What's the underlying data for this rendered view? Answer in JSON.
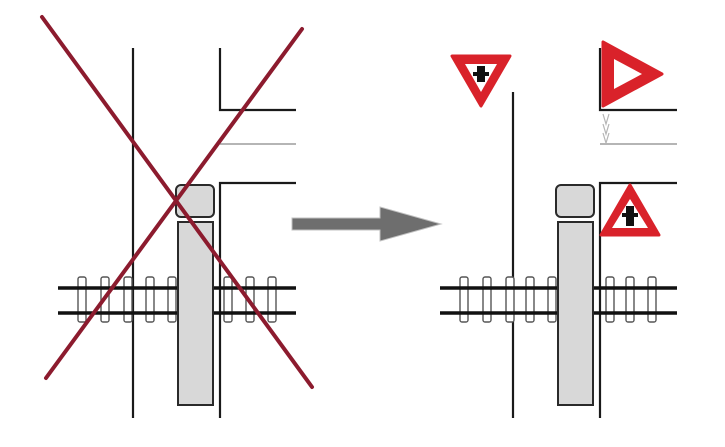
{
  "diagram": {
    "colors": {
      "line": "#1a1a1a",
      "faint_line": "#b5b5b5",
      "crossout": "#8c1b2e",
      "arrow": "#6e6e6e",
      "arrow_outline": "#c0c0c0",
      "barrier_fill": "#d8d8d8",
      "barrier_stroke": "#2a2a2a",
      "sign_red": "#d9222a",
      "sign_white": "#ffffff",
      "symbol_black": "#111111",
      "track_rail": "#111111",
      "tie_fill": "#ffffff",
      "tie_stroke": "#555555"
    },
    "left_panel": {
      "crossed_out": true,
      "icon": "cross-out-icon"
    },
    "transition": {
      "icon": "arrow-right-icon"
    },
    "right_panel": {
      "signs": [
        {
          "icon": "yield-priority-sign-icon",
          "shape": "inverted-triangle"
        },
        {
          "icon": "yield-sign-icon",
          "shape": "right-pointing-triangle"
        },
        {
          "icon": "priority-road-warning-sign-icon",
          "shape": "upright-triangle"
        }
      ]
    }
  }
}
